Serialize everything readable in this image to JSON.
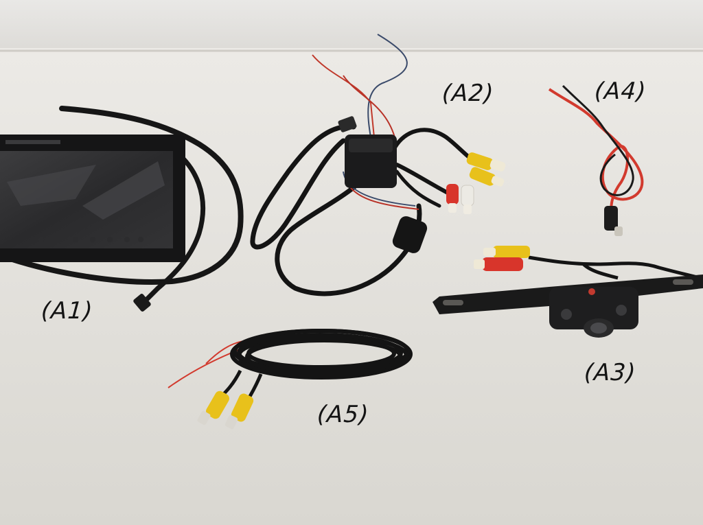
{
  "labels": {
    "a1": "(A1)",
    "a2": "(A2)",
    "a3": "(A3)",
    "a4": "(A4)",
    "a5": "(A5)"
  },
  "colors": {
    "wall": "#e3e1dd",
    "table": "#e7e5e0",
    "cable_black": "#141414",
    "wire_red": "#d23a2e",
    "rca_yellow": "#e8c11b",
    "rca_red": "#d8352b",
    "rca_white": "#eceae4"
  }
}
